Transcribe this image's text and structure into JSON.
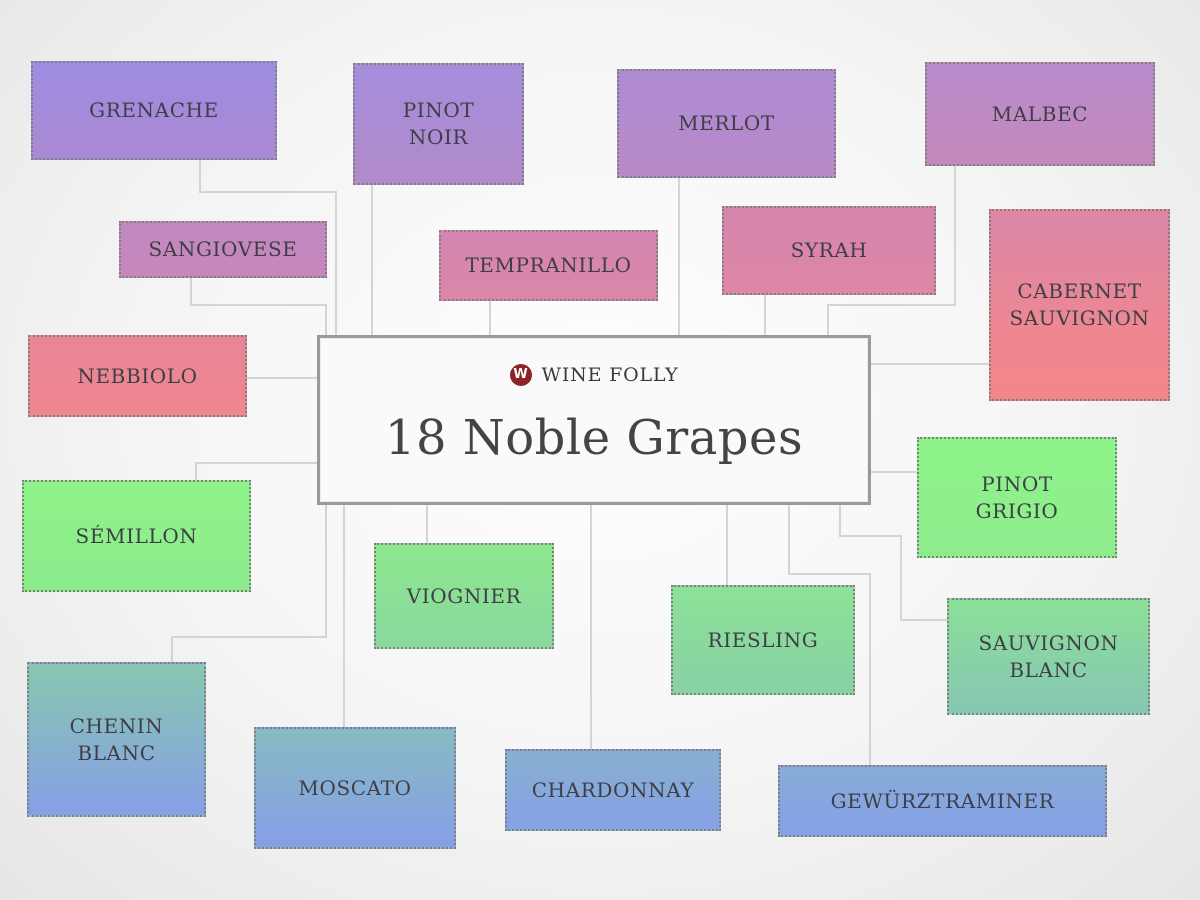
{
  "center": {
    "brand": "WINE FOLLY",
    "title": "18 Noble Grapes"
  },
  "grapes": {
    "grenache": "GRENACHE",
    "pinot_noir": "PINOT\nNOIR",
    "merlot": "MERLOT",
    "malbec": "MALBEC",
    "sangiovese": "SANGIOVESE",
    "tempranillo": "TEMPRANILLO",
    "syrah": "SYRAH",
    "cabernet_sauvignon": "CABERNET\nSAUVIGNON",
    "nebbiolo": "NEBBIOLO",
    "semillon": "SÉMILLON",
    "viognier": "VIOGNIER",
    "pinot_grigio": "PINOT\nGRIGIO",
    "riesling": "RIESLING",
    "sauvignon_blanc": "SAUVIGNON\nBLANC",
    "chenin_blanc": "CHENIN\nBLANC",
    "moscato": "MOSCATO",
    "chardonnay": "CHARDONNAY",
    "gewurztraminer": "GEWÜRZTRAMINER"
  },
  "colors": {
    "red_top": "#a08ee0",
    "red_mid": "#d084b0",
    "red_bottom": "#ef8790",
    "white_top": "#8ef08a",
    "white_mid": "#86c9b4",
    "white_bottom": "#86a4e4",
    "brand_red": "#8e2327"
  }
}
